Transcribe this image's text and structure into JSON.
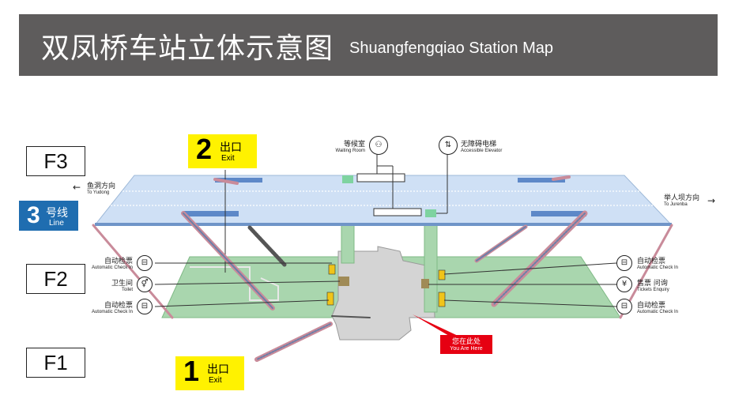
{
  "header": {
    "title_cn": "双凤桥车站立体示意图",
    "title_en": "Shuangfengqiao Station Map"
  },
  "floors": {
    "f3": "F3",
    "f2": "F2",
    "f1": "F1"
  },
  "line_badge": {
    "number": "3",
    "cn": "号线",
    "en": "Line",
    "color": "#1f6db0"
  },
  "exits": [
    {
      "number": "2",
      "cn": "出口",
      "en": "Exit"
    },
    {
      "number": "1",
      "cn": "出口",
      "en": "Exit"
    }
  ],
  "directions": {
    "left": {
      "cn": "鱼洞方向",
      "en": "To Yudong",
      "arrow": "←"
    },
    "right": {
      "cn": "举人坝方向",
      "en": "To Jurenba",
      "arrow": "→"
    }
  },
  "facilities": {
    "waiting_room": {
      "cn": "等候室",
      "en": "Waiting Room",
      "icon": "waiting-room-icon"
    },
    "elevator": {
      "cn": "无障碍电梯",
      "en": "Accessible Elevator",
      "icon": "elevator-icon"
    },
    "left_check_top": {
      "cn": "自动检票",
      "en": "Automatic Check In",
      "icon": "ticket-gate-icon"
    },
    "toilet": {
      "cn": "卫生间",
      "en": "Toilet",
      "icon": "toilet-icon"
    },
    "left_check_bottom": {
      "cn": "自动检票",
      "en": "Automatic Check In",
      "icon": "ticket-gate-icon"
    },
    "right_check_top": {
      "cn": "自动检票",
      "en": "Automatic Check In",
      "icon": "ticket-gate-icon"
    },
    "tickets": {
      "cn": "售票 问询",
      "en": "Tickets Enquiry",
      "icon": "ticket-office-icon"
    },
    "right_check_bottom": {
      "cn": "自动检票",
      "en": "Automatic Check In",
      "icon": "ticket-gate-icon"
    }
  },
  "you_are_here": {
    "cn": "您在此处",
    "en": "You Are Here",
    "color": "#e60012"
  },
  "colors": {
    "header_bg": "#5e5c5c",
    "platform": "#cfe0f5",
    "concourse": "#a9d6ae",
    "hall": "#d4d4d4",
    "exit_yellow": "#fff200"
  }
}
